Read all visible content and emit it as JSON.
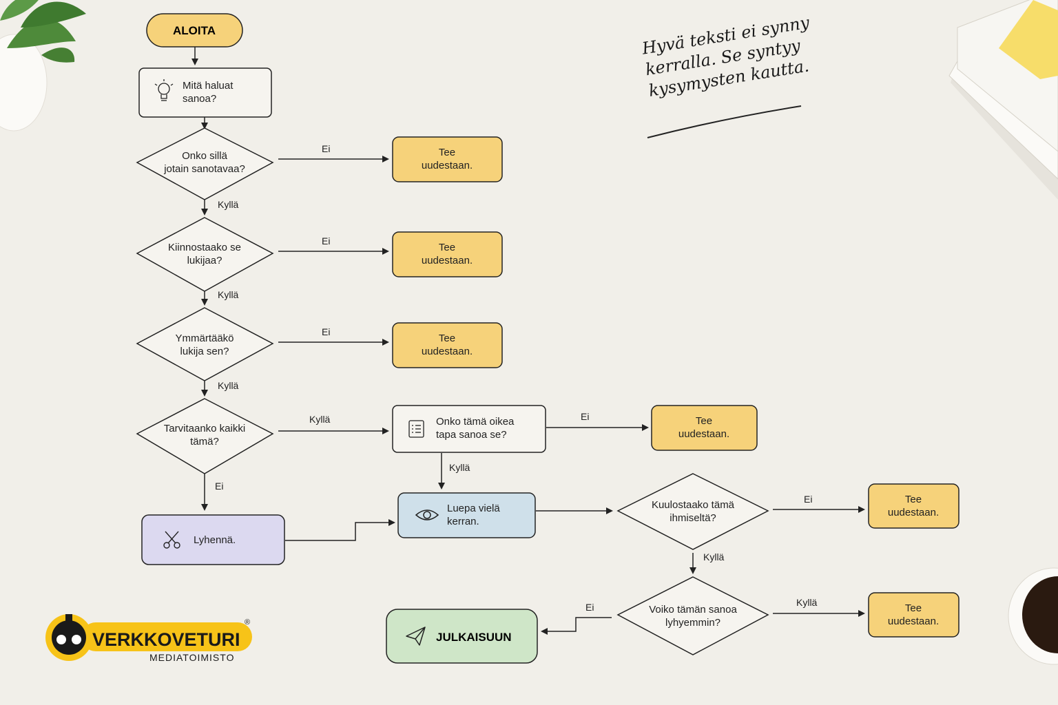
{
  "flowchart": {
    "start": "ALOITA",
    "q_intro": [
      "Mitä haluat",
      "sanoa?"
    ],
    "q1": [
      "Onko sillä",
      "jotain sanotavaa?"
    ],
    "q2": [
      "Kiinnostaako se",
      "lukijaa?"
    ],
    "q3": [
      "Ymmärtääkö",
      "lukija sen?"
    ],
    "q4": [
      "Tarvitaanko kaikki",
      "tämä?"
    ],
    "q5": [
      "Onko tämä oikea",
      "tapa sanoa se?"
    ],
    "shorten": "Lyhennä.",
    "reread": [
      "Luepa vielä",
      "kerran."
    ],
    "q6": [
      "Kuulostaako tämä",
      "ihmiseltä?"
    ],
    "q7": [
      "Voiko tämän sanoa",
      "lyhyemmin?"
    ],
    "publish": "JULKAISUUN",
    "redo": [
      "Tee",
      "uudestaan."
    ],
    "yes": "Kyllä",
    "no": "Ei"
  },
  "note": [
    "Hyvä teksti ei synny",
    "kerralla. Se syntyy",
    "kysymysten kautta."
  ],
  "logo": {
    "name": "VERKKOVETURI",
    "sub": "MEDIATOIMISTO",
    "mark": "®"
  },
  "colors": {
    "yellow": "#f6d27a",
    "purple": "#dcd9f0",
    "blue": "#cfe0ea",
    "green": "#cfe6c8",
    "outline": "#222222",
    "brand_yellow": "#f7c318"
  },
  "icons": [
    "lightbulb-icon",
    "list-icon",
    "eye-icon",
    "scissors-icon",
    "paper-plane-icon",
    "plant-decoration",
    "book-stack-decoration",
    "coffee-cup-decoration"
  ]
}
